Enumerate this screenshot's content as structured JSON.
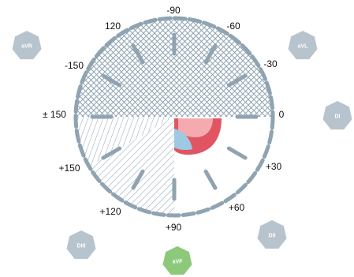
{
  "degree_labels": {
    "m90": "-90",
    "m60": "-60",
    "m30": "-30",
    "d0": "0",
    "p30": "+30",
    "p60": "+60",
    "p90": "+90",
    "p120": "+120",
    "p150": "+150",
    "pm150": "± 150",
    "m150": "-150",
    "d120": "120"
  },
  "leads": {
    "avr": "aVR",
    "avl": "aVL",
    "di": "DI",
    "dii": "DII",
    "diii": "DIII",
    "avf": "aVF"
  },
  "colors": {
    "ring": "#8fa3b1",
    "lead_default": "#b7c4cd",
    "lead_active": "#8cc97b",
    "heart_red": "#e15462",
    "heart_pink": "#f5aab0",
    "heart_blue": "#9ec9e3",
    "hatch": "#8fa3b1"
  },
  "active_lead": "avf"
}
